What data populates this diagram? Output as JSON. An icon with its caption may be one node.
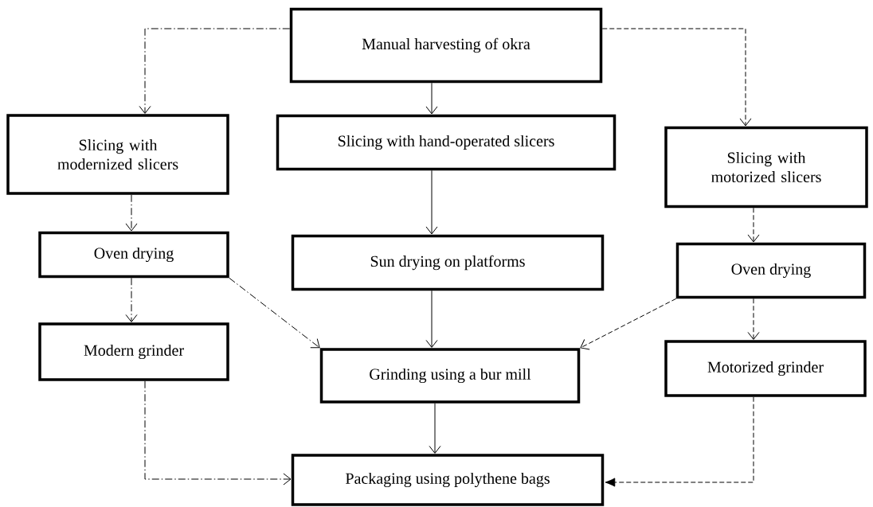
{
  "diagram": {
    "nodes": [
      {
        "text": [
          "Manual harvesting of okra"
        ]
      },
      {
        "text": [
          "Slicing with modernized slicers"
        ]
      },
      {
        "text": [
          "Slicing with hand-operated slicers"
        ]
      },
      {
        "text": [
          "Slicing with motorized slicers"
        ]
      },
      {
        "text": [
          "Oven drying"
        ]
      },
      {
        "text": [
          "Sun drying on platforms"
        ]
      },
      {
        "text": [
          "Oven drying"
        ]
      },
      {
        "text": [
          "Modern grinder"
        ]
      },
      {
        "text": [
          "Grinding using a bur mill"
        ]
      },
      {
        "text": [
          "Motorized grinder"
        ]
      },
      {
        "text": [
          "Packaging using polythene bags"
        ]
      }
    ],
    "edges": [
      {
        "from": 0,
        "to": 1,
        "arrow": "to",
        "style": "dashed"
      },
      {
        "from": 0,
        "to": 2,
        "arrow": "to"
      },
      {
        "from": 0,
        "to": 3,
        "arrow": "to",
        "style": "dashed"
      },
      {
        "from": 1,
        "to": 4,
        "arrow": "to",
        "style": "dashed"
      },
      {
        "from": 2,
        "to": 5,
        "arrow": "to"
      },
      {
        "from": 3,
        "to": 6,
        "arrow": "to",
        "style": "dashed"
      },
      {
        "from": 4,
        "to": 7,
        "arrow": "to",
        "style": "dashed"
      },
      {
        "from": 4,
        "to": 8,
        "arrow": "to",
        "style": "dashed"
      },
      {
        "from": 5,
        "to": 8,
        "arrow": "to"
      },
      {
        "from": 6,
        "to": 9,
        "arrow": "to",
        "style": "dashed"
      },
      {
        "from": 6,
        "to": 8,
        "arrow": "to",
        "style": "dashed"
      },
      {
        "from": 7,
        "to": 10,
        "arrow": "to",
        "style": "dashed"
      },
      {
        "from": 8,
        "to": 10,
        "arrow": "to"
      },
      {
        "from": 9,
        "to": 10,
        "arrow": "to",
        "style": "dashed"
      }
    ]
  }
}
